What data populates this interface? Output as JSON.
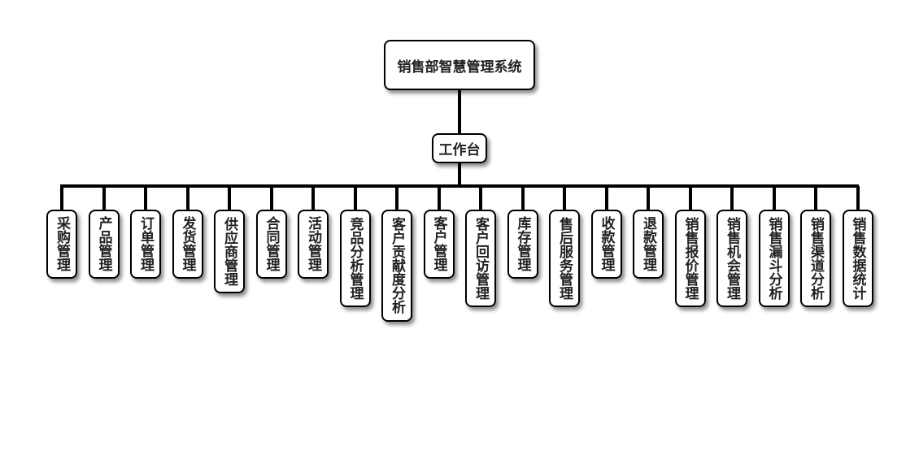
{
  "diagram": {
    "type": "org-tree",
    "root": {
      "label": "销售部智慧管理系统"
    },
    "hub": {
      "label": "工作台"
    },
    "children": [
      {
        "label": "采购管理"
      },
      {
        "label": "产品管理"
      },
      {
        "label": "订单管理"
      },
      {
        "label": "发货管理"
      },
      {
        "label": "供应商管理"
      },
      {
        "label": "合同管理"
      },
      {
        "label": "活动管理"
      },
      {
        "label": "竞品分析管理"
      },
      {
        "label": "客户贡献度分析"
      },
      {
        "label": "客户管理"
      },
      {
        "label": "客户回访管理"
      },
      {
        "label": "库存管理"
      },
      {
        "label": "售后服务管理"
      },
      {
        "label": "收款管理"
      },
      {
        "label": "退款管理"
      },
      {
        "label": "销售报价管理"
      },
      {
        "label": "销售机会管理"
      },
      {
        "label": "销售漏斗分析"
      },
      {
        "label": "销售渠道分析"
      },
      {
        "label": "销售数据统计"
      }
    ]
  }
}
